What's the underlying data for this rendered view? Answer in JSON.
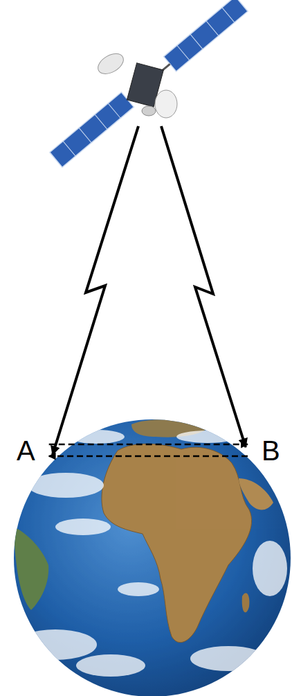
{
  "diagram": {
    "nodes": [
      {
        "text": [
          "A"
        ]
      },
      {
        "text": [
          "B"
        ]
      }
    ],
    "edges": [
      {
        "from": 0,
        "to": 1,
        "arrow": "to"
      },
      {
        "from": 1,
        "to": 0,
        "arrow": "to"
      }
    ]
  }
}
